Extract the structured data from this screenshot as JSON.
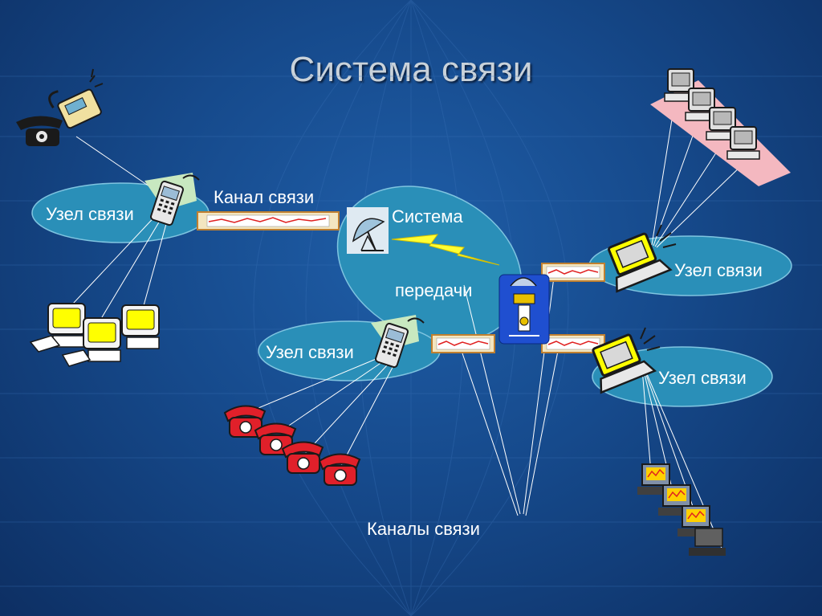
{
  "slide": {
    "title": "Система связи",
    "labels": {
      "node_left": "Узел связи",
      "node_center": "Узел связи",
      "node_right_top": "Узел связи",
      "node_right_bottom": "Узел связи",
      "channel_top": "Канал связи",
      "system_line1": "Система",
      "system_line2": "передачи",
      "channels_bottom": "Каналы связи"
    }
  },
  "colors": {
    "background": "#164a8c",
    "ellipse_fill": "#2a8fb8",
    "text": "#ffffff",
    "title": "#c9d2da",
    "lightning": "#ffff33",
    "phone_red": "#e0202a",
    "monitor_yellow": "#ffff00",
    "channel_graph_line": "#e02020"
  },
  "icons": [
    "telephone-fax-icon",
    "mobile-phone-icon",
    "computer-group-icon",
    "red-telephone-group-icon",
    "satellite-dish-icon",
    "satellite-tower-icon",
    "lightning-bolt-icon",
    "laptop-icon",
    "computer-row-icon",
    "monitor-row-icon",
    "channel-chart-icon"
  ]
}
